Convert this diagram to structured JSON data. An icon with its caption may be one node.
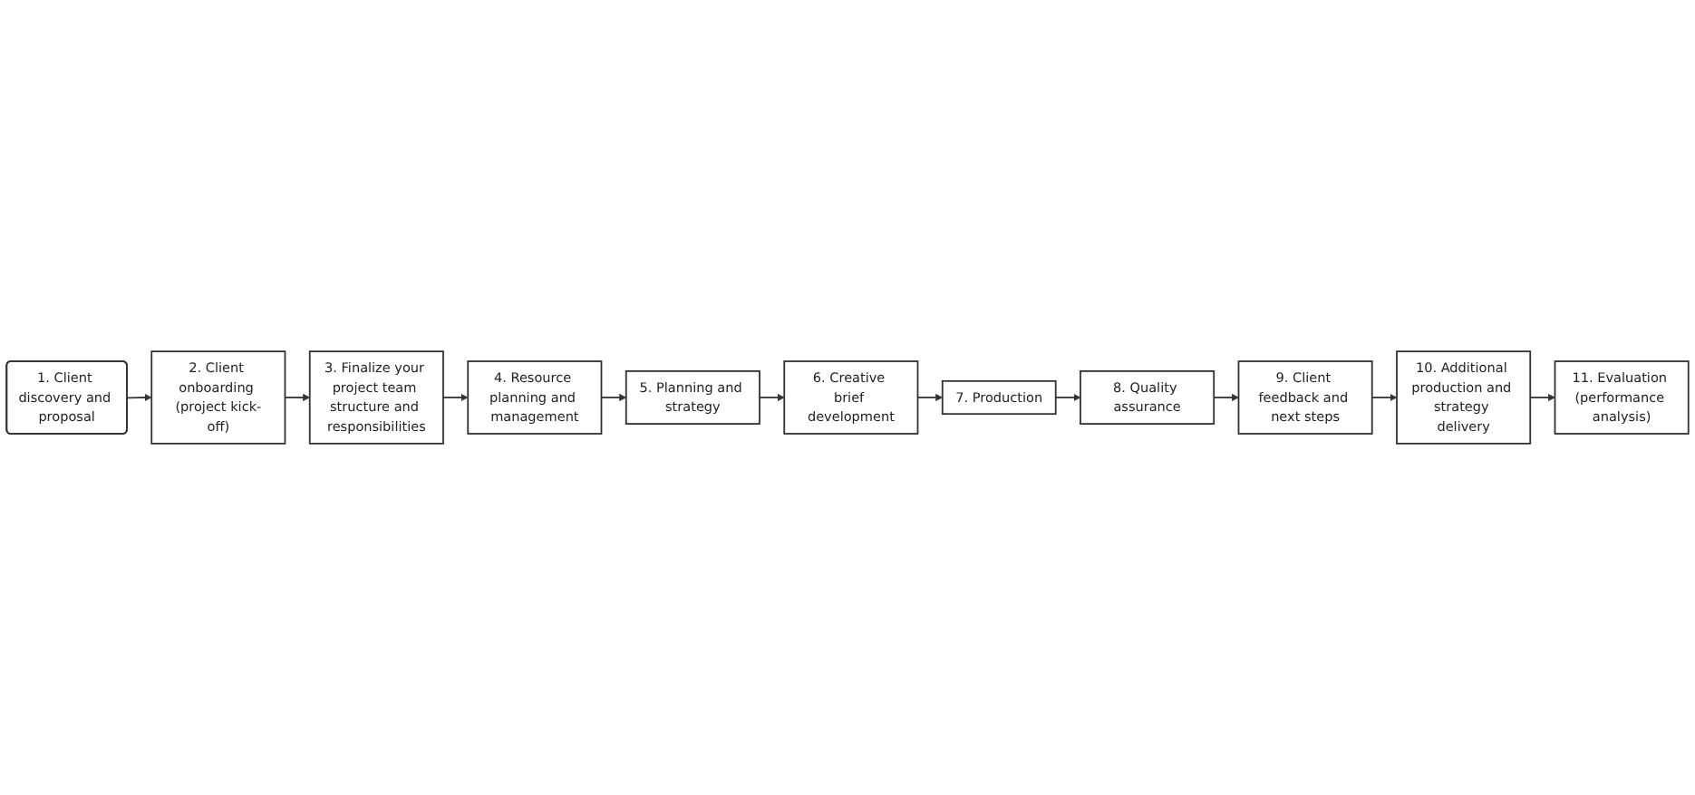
{
  "diagram": {
    "nodes": [
      {
        "text": [
          "1. Client discovery and proposal"
        ]
      },
      {
        "text": [
          "2. Client onboarding (project kick-off)"
        ]
      },
      {
        "text": [
          "3. Finalize your project team structure and responsibilities"
        ]
      },
      {
        "text": [
          "4. Resource planning and management"
        ]
      },
      {
        "text": [
          "5. Planning and strategy"
        ]
      },
      {
        "text": [
          "6. Creative brief development"
        ]
      },
      {
        "text": [
          "7. Production"
        ]
      },
      {
        "text": [
          "8. Quality assurance"
        ]
      },
      {
        "text": [
          "9. Client feedback and next steps"
        ]
      },
      {
        "text": [
          "10. Additional production and strategy delivery"
        ]
      },
      {
        "text": [
          "11. Evaluation (performance analysis)"
        ]
      }
    ],
    "edges": [
      {
        "from": 0,
        "to": 1,
        "arrow": "to"
      },
      {
        "from": 1,
        "to": 2,
        "arrow": "to"
      },
      {
        "from": 2,
        "to": 3,
        "arrow": "to"
      },
      {
        "from": 3,
        "to": 4,
        "arrow": "to"
      },
      {
        "from": 4,
        "to": 5,
        "arrow": "to"
      },
      {
        "from": 5,
        "to": 6,
        "arrow": "to"
      },
      {
        "from": 6,
        "to": 7,
        "arrow": "to"
      },
      {
        "from": 7,
        "to": 8,
        "arrow": "to"
      },
      {
        "from": 8,
        "to": 9,
        "arrow": "to"
      },
      {
        "from": 9,
        "to": 10,
        "arrow": "to"
      }
    ]
  }
}
